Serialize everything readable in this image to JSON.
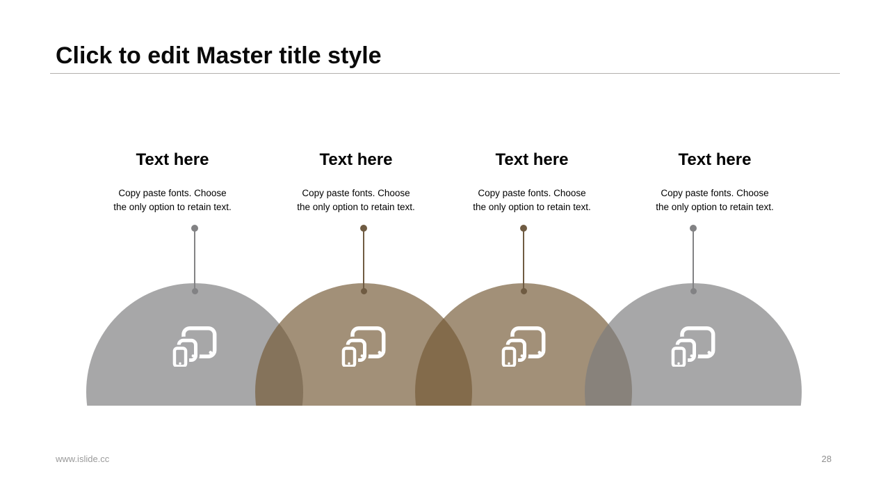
{
  "slide": {
    "title": "Click to edit Master title style",
    "footer_url": "www.islide.cc",
    "page_number": "28"
  },
  "columns": [
    {
      "title": "Text here",
      "body": "Copy paste fonts. Choose\nthe only option to retain text.",
      "icon": "multi-device-icon",
      "accent_color": "#828284",
      "circle_fill": "rgba(124,124,126,0.67)",
      "circle_surface": "#a7a7a9"
    },
    {
      "title": "Text here",
      "body": "Copy paste fonts. Choose\nthe only option to retain text.",
      "icon": "multi-device-icon",
      "accent_color": "#6f5b42",
      "circle_fill": "rgba(116,90,54,0.67)",
      "circle_surface": "#a29078"
    },
    {
      "title": "Text here",
      "body": "Copy paste fonts. Choose\nthe only option to retain text.",
      "icon": "multi-device-icon",
      "accent_color": "#6f5b42",
      "circle_fill": "rgba(116,90,54,0.67)",
      "circle_surface": "#a29078"
    },
    {
      "title": "Text here",
      "body": "Copy paste fonts. Choose\nthe only option to retain text.",
      "icon": "multi-device-icon",
      "accent_color": "#828284",
      "circle_fill": "rgba(124,124,126,0.67)",
      "circle_surface": "#a7a7a9"
    }
  ]
}
